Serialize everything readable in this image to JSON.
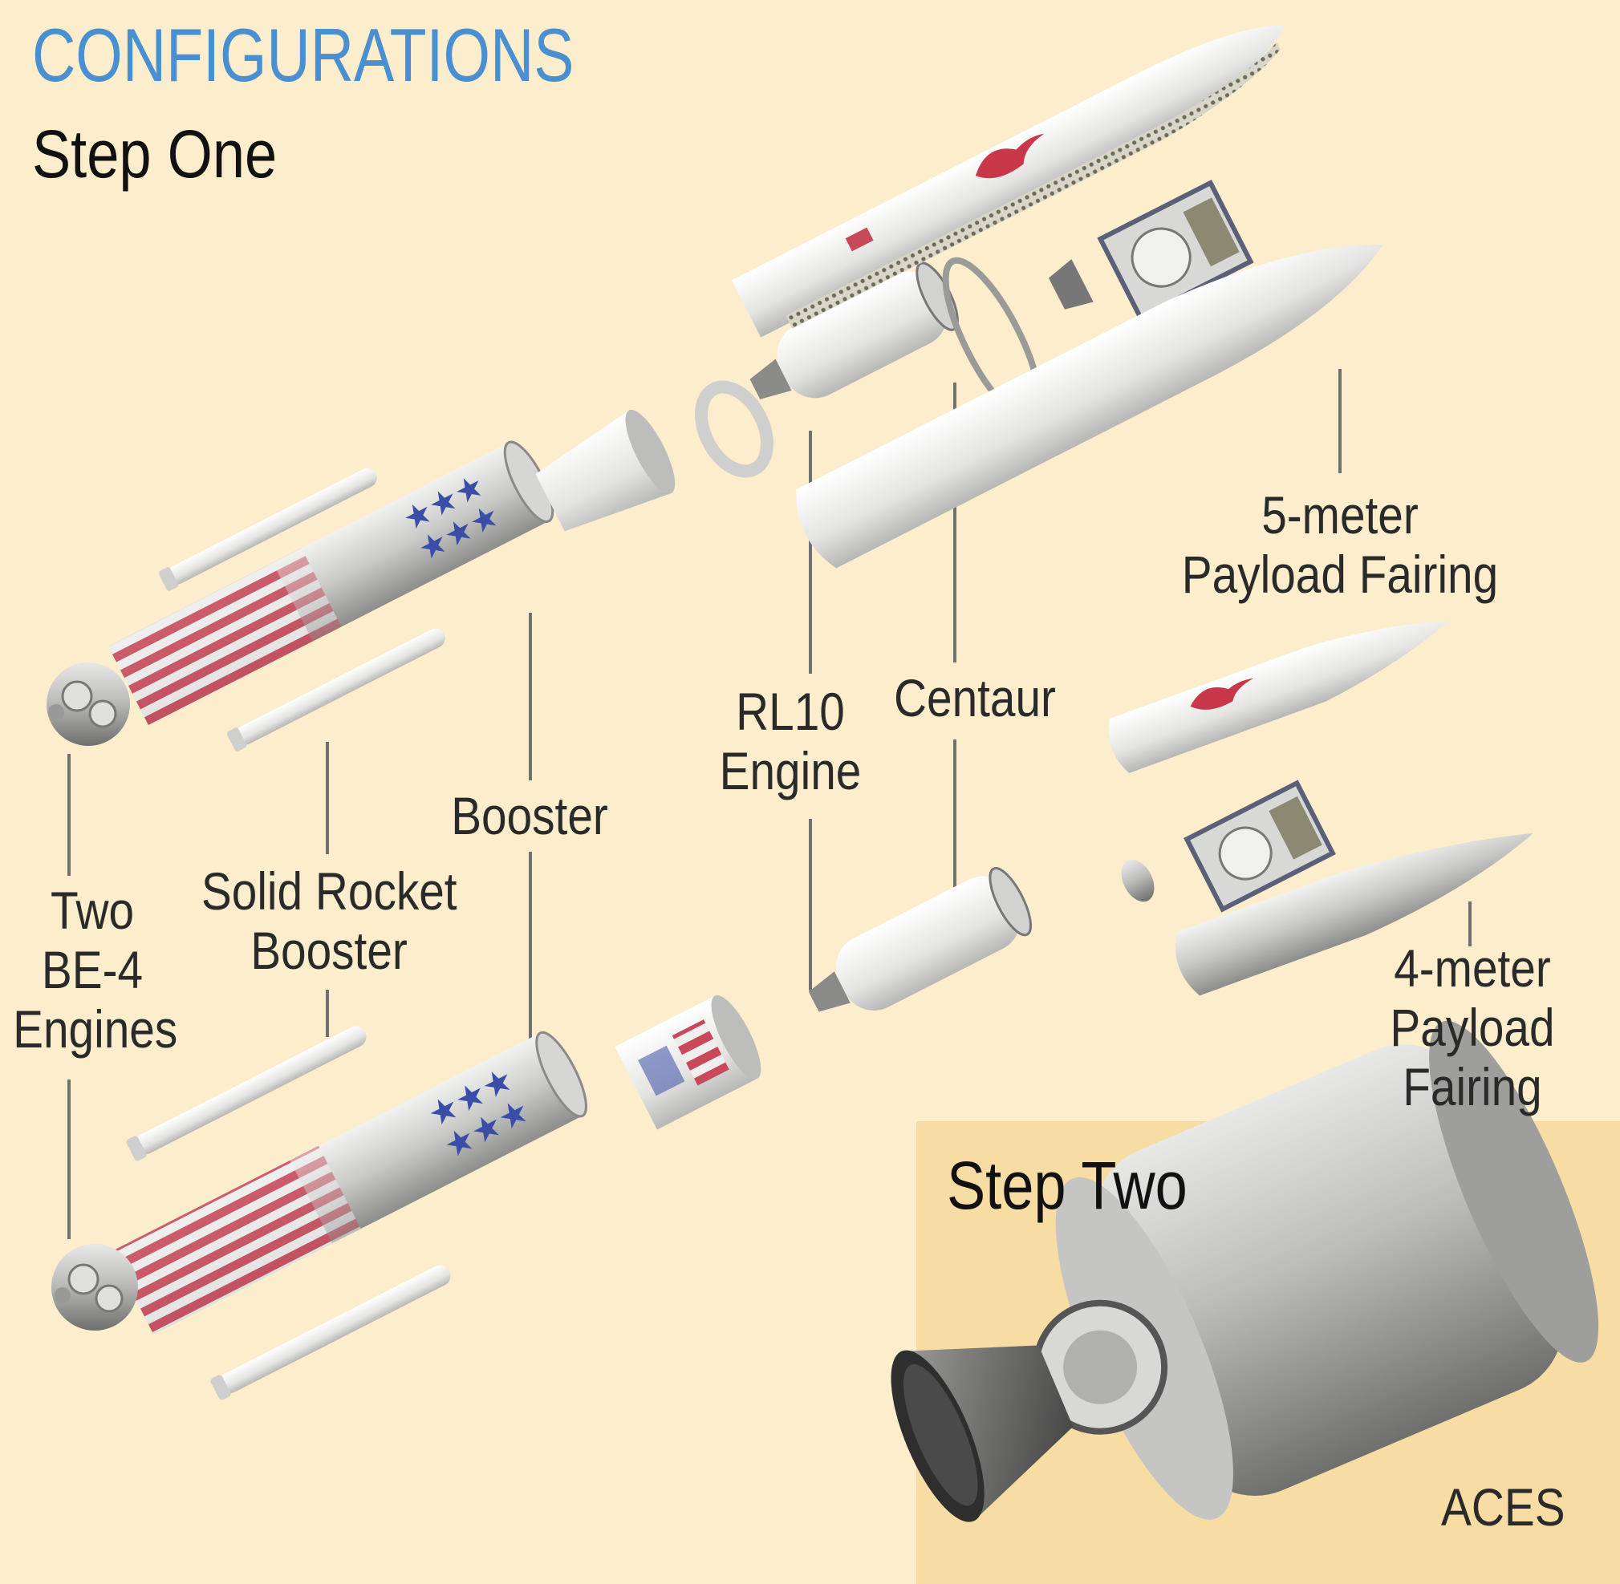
{
  "header": {
    "title": "CONFIGURATIONS",
    "step_one": "Step One",
    "step_two": "Step Two"
  },
  "labels": {
    "fairing_5m": [
      "5-meter",
      "Payload Fairing"
    ],
    "centaur": "Centaur",
    "rl10": [
      "RL10",
      "Engine"
    ],
    "booster": "Booster",
    "srb": [
      "Solid Rocket",
      "Booster"
    ],
    "engines": [
      "Two",
      "BE-4",
      "Engines"
    ],
    "fairing_4m": [
      "4-meter",
      "Payload",
      "Fairing"
    ],
    "aces": "ACES"
  },
  "colors": {
    "background": "#fcedcc",
    "inset_background": "#f7dca4",
    "title_blue": "#4a8fd0",
    "leader_line": "#707070",
    "stripe_red": "#c8495a",
    "star_blue": "#3a4ea8",
    "metal_silver": "#b8b8b6"
  }
}
